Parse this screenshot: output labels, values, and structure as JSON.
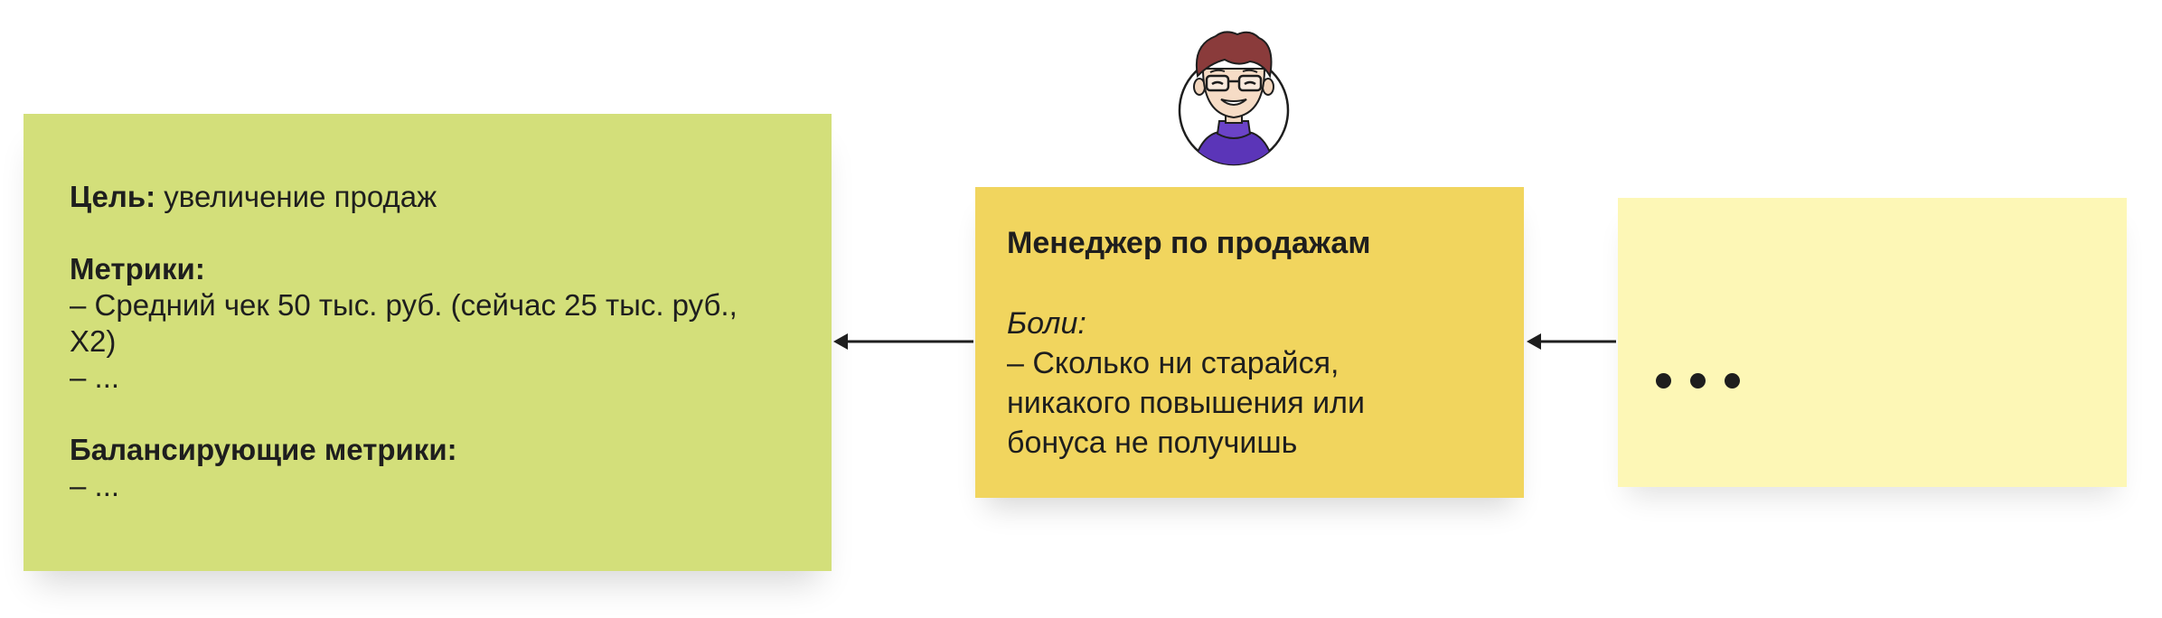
{
  "goal_card": {
    "goal_label": "Цель:",
    "goal_value": " увеличение продаж",
    "metrics_label": "Метрики:",
    "metrics_lines": [
      "– Средний чек 50 тыс. руб. (сейчас 25 тыс. руб.,",
      "X2)",
      "– ..."
    ],
    "balancing_label": "Балансирующие метрики:",
    "balancing_lines": [
      "– ..."
    ]
  },
  "persona_card": {
    "title": "Менеджер по продажам",
    "pains_label": "Боли:",
    "pains_lines": [
      "– Сколько ни старайся,",
      "никакого повышения или",
      "бонуса не получишь"
    ]
  },
  "pale_card": {
    "dots": "•••"
  },
  "colors": {
    "green": "#d3df7a",
    "yellow": "#f1d55e",
    "pale_yellow": "#fdf7b6",
    "arrow": "#1e1e1e",
    "avatar_sweater": "#5b35b8",
    "avatar_hair": "#8a3b3b"
  }
}
